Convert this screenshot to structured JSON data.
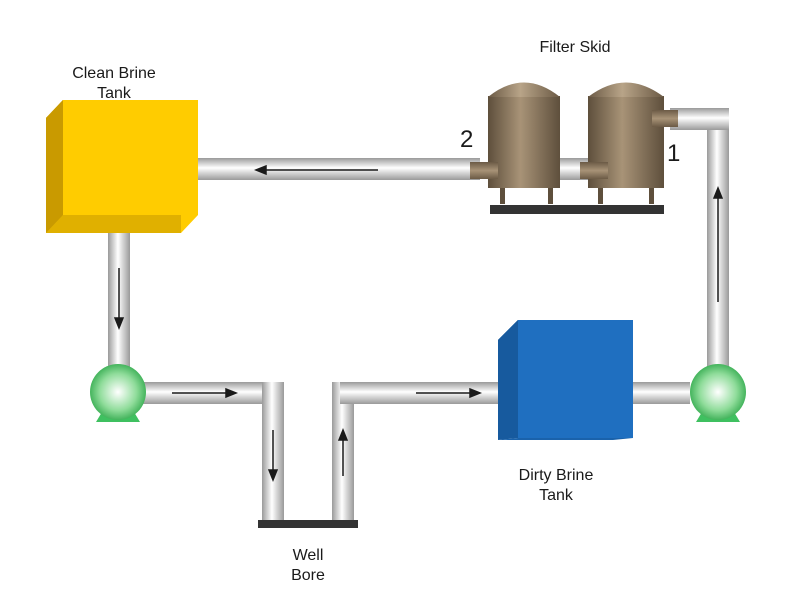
{
  "labels": {
    "clean_tank_line1": "Clean Brine",
    "clean_tank_line2": "Tank",
    "filter_skid": "Filter Skid",
    "dirty_tank_line1": "Dirty Brine",
    "dirty_tank_line2": "Tank",
    "well_line1": "Well",
    "well_line2": "Bore",
    "port_1": "1",
    "port_2": "2"
  },
  "colors": {
    "pipe_light": "#ffffff",
    "pipe_dark": "#9a9a9a",
    "clean_tank": "#ffcc00",
    "dirty_tank": "#1f6fc0",
    "filter_vessel": "#8b7860",
    "pump": "#3fc060",
    "skid_base": "#333333"
  }
}
